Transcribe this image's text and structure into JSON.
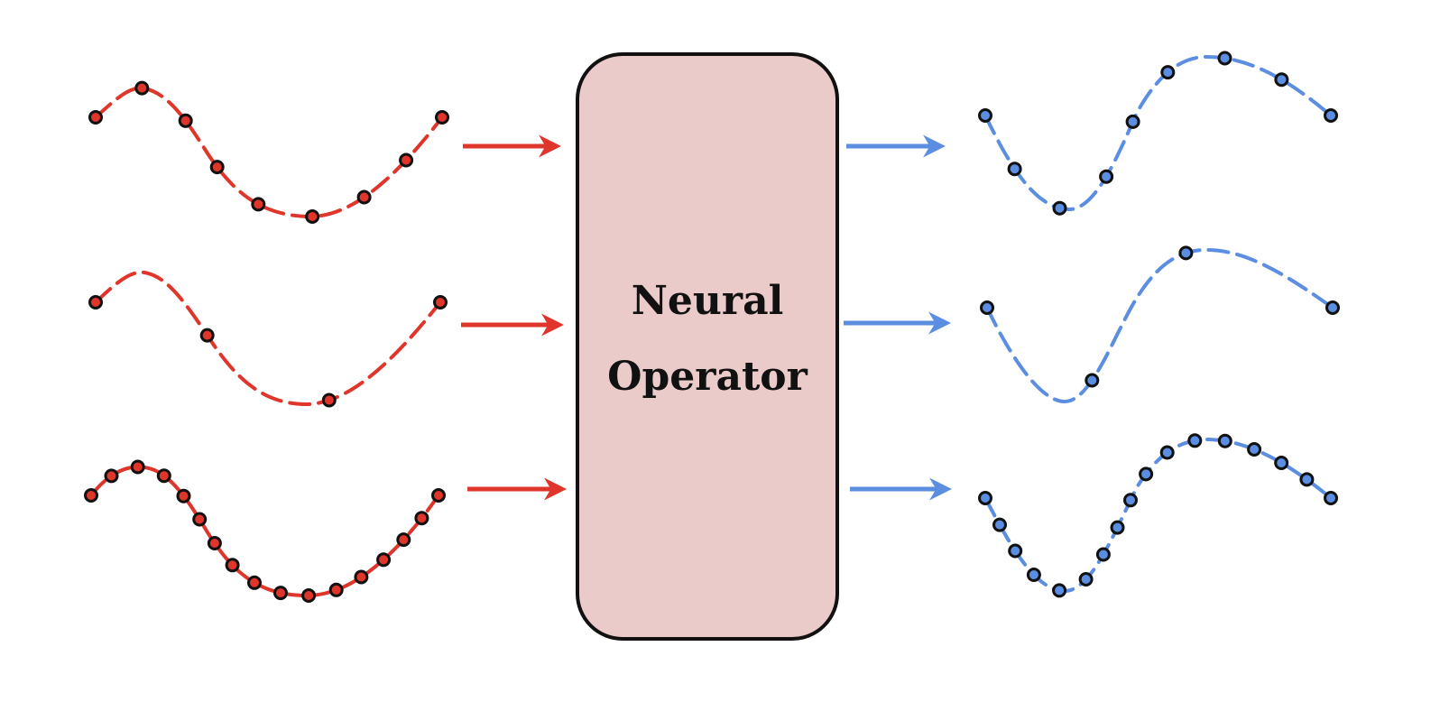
{
  "operator": {
    "label_line1": "Neural",
    "label_line2": "Operator",
    "fill": "#ebcaca",
    "stroke": "#111111"
  },
  "colors": {
    "input": "#e0352b",
    "output": "#5b8ee0",
    "point_outline": "#111111"
  },
  "input_functions": [
    {
      "name": "input-function-top",
      "sampled_points": 9
    },
    {
      "name": "input-function-middle",
      "sampled_points": 4
    },
    {
      "name": "input-function-bottom",
      "sampled_points": 17
    }
  ],
  "output_functions": [
    {
      "name": "output-function-top",
      "sampled_points": 9
    },
    {
      "name": "output-function-middle",
      "sampled_points": 4
    },
    {
      "name": "output-function-bottom",
      "sampled_points": 17
    }
  ],
  "arrows": {
    "input_icon": "arrow-right-icon",
    "output_icon": "arrow-right-icon"
  }
}
